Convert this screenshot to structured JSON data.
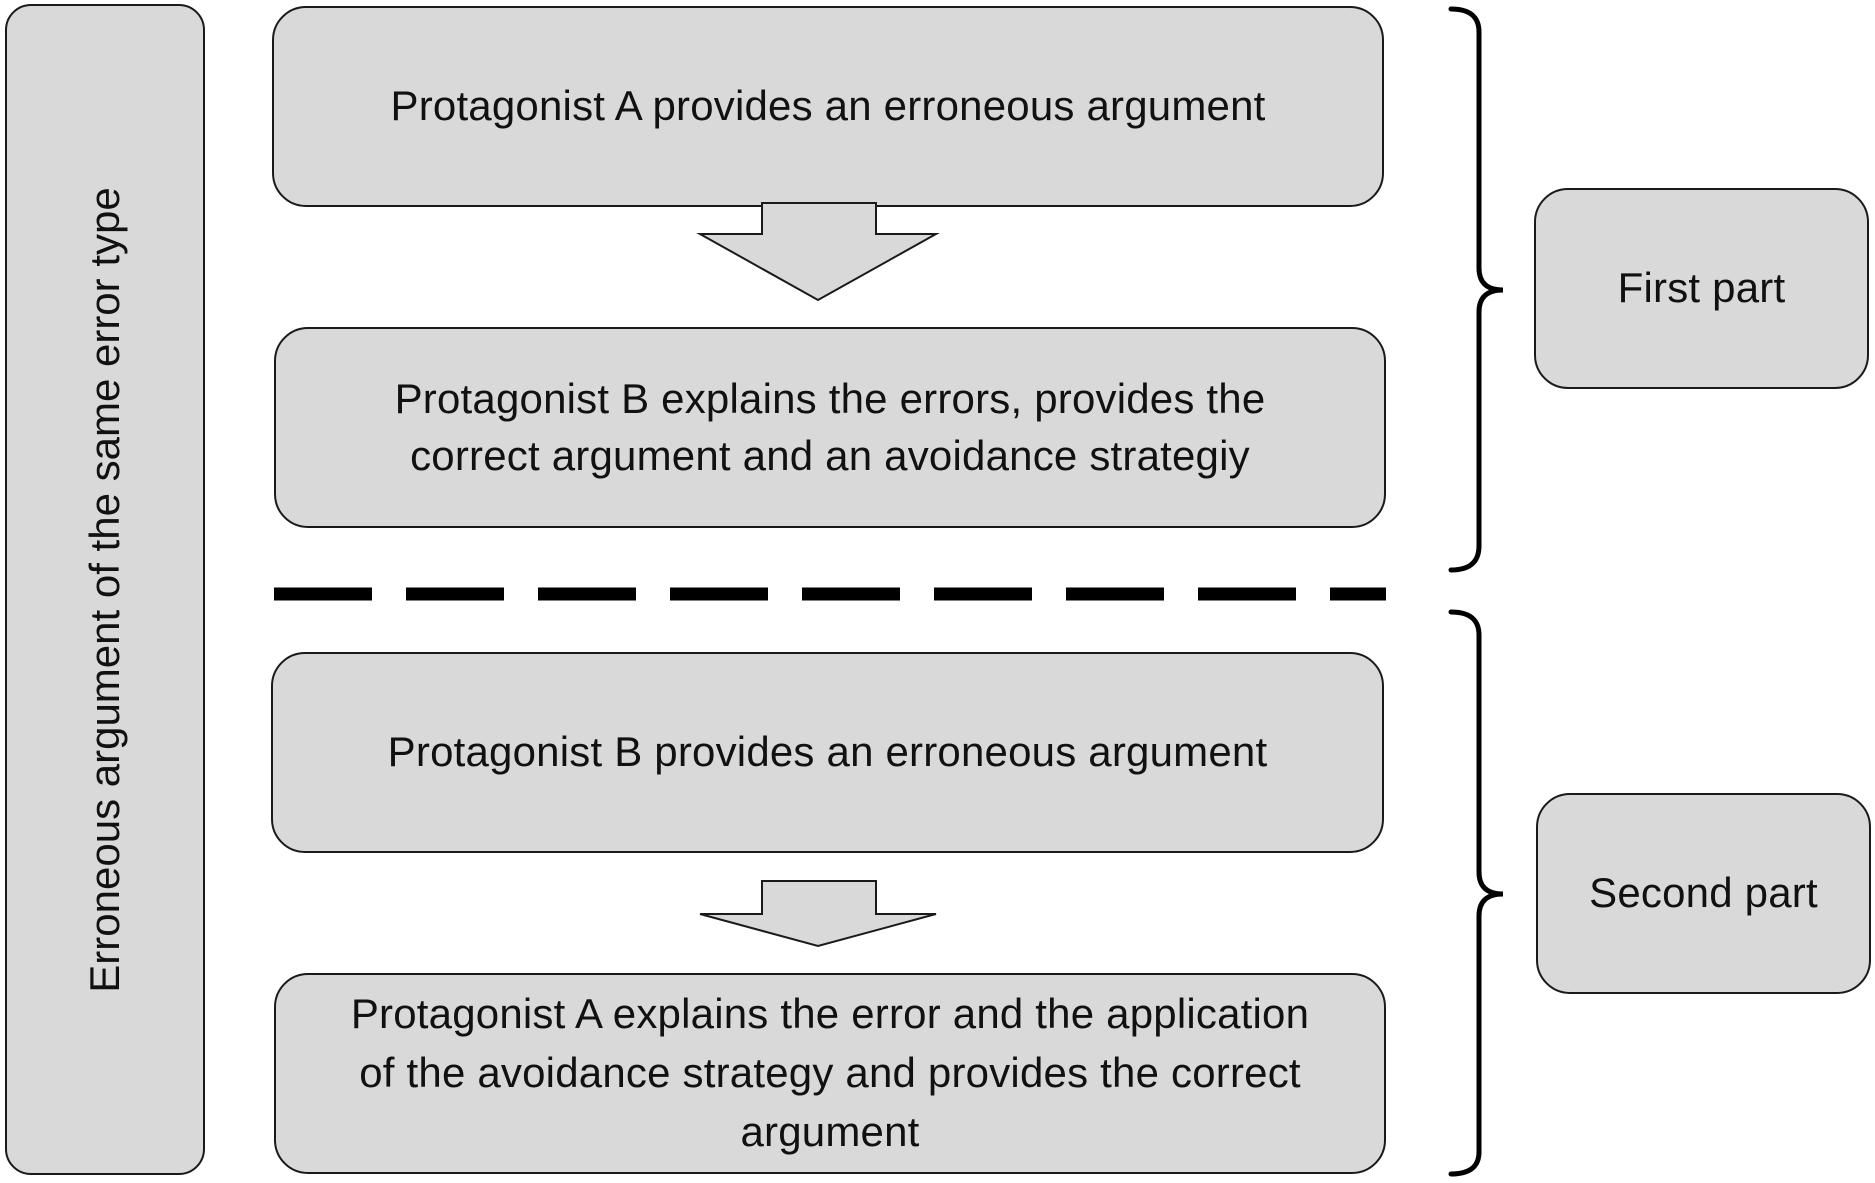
{
  "side_label": "Erroneous argument of the same error type",
  "steps": [
    {
      "lines": [
        "Protagonist A provides an erroneous argument"
      ]
    },
    {
      "lines": [
        "Protagonist B explains the errors, provides the",
        "correct argument and an avoidance strategiy"
      ]
    },
    {
      "lines": [
        "Protagonist B provides an erroneous argument"
      ]
    },
    {
      "lines": [
        "Protagonist A explains the error and the application",
        "of the avoidance strategy and provides the correct",
        "argument"
      ]
    }
  ],
  "parts": [
    {
      "label": "First part"
    },
    {
      "label": "Second part"
    }
  ]
}
